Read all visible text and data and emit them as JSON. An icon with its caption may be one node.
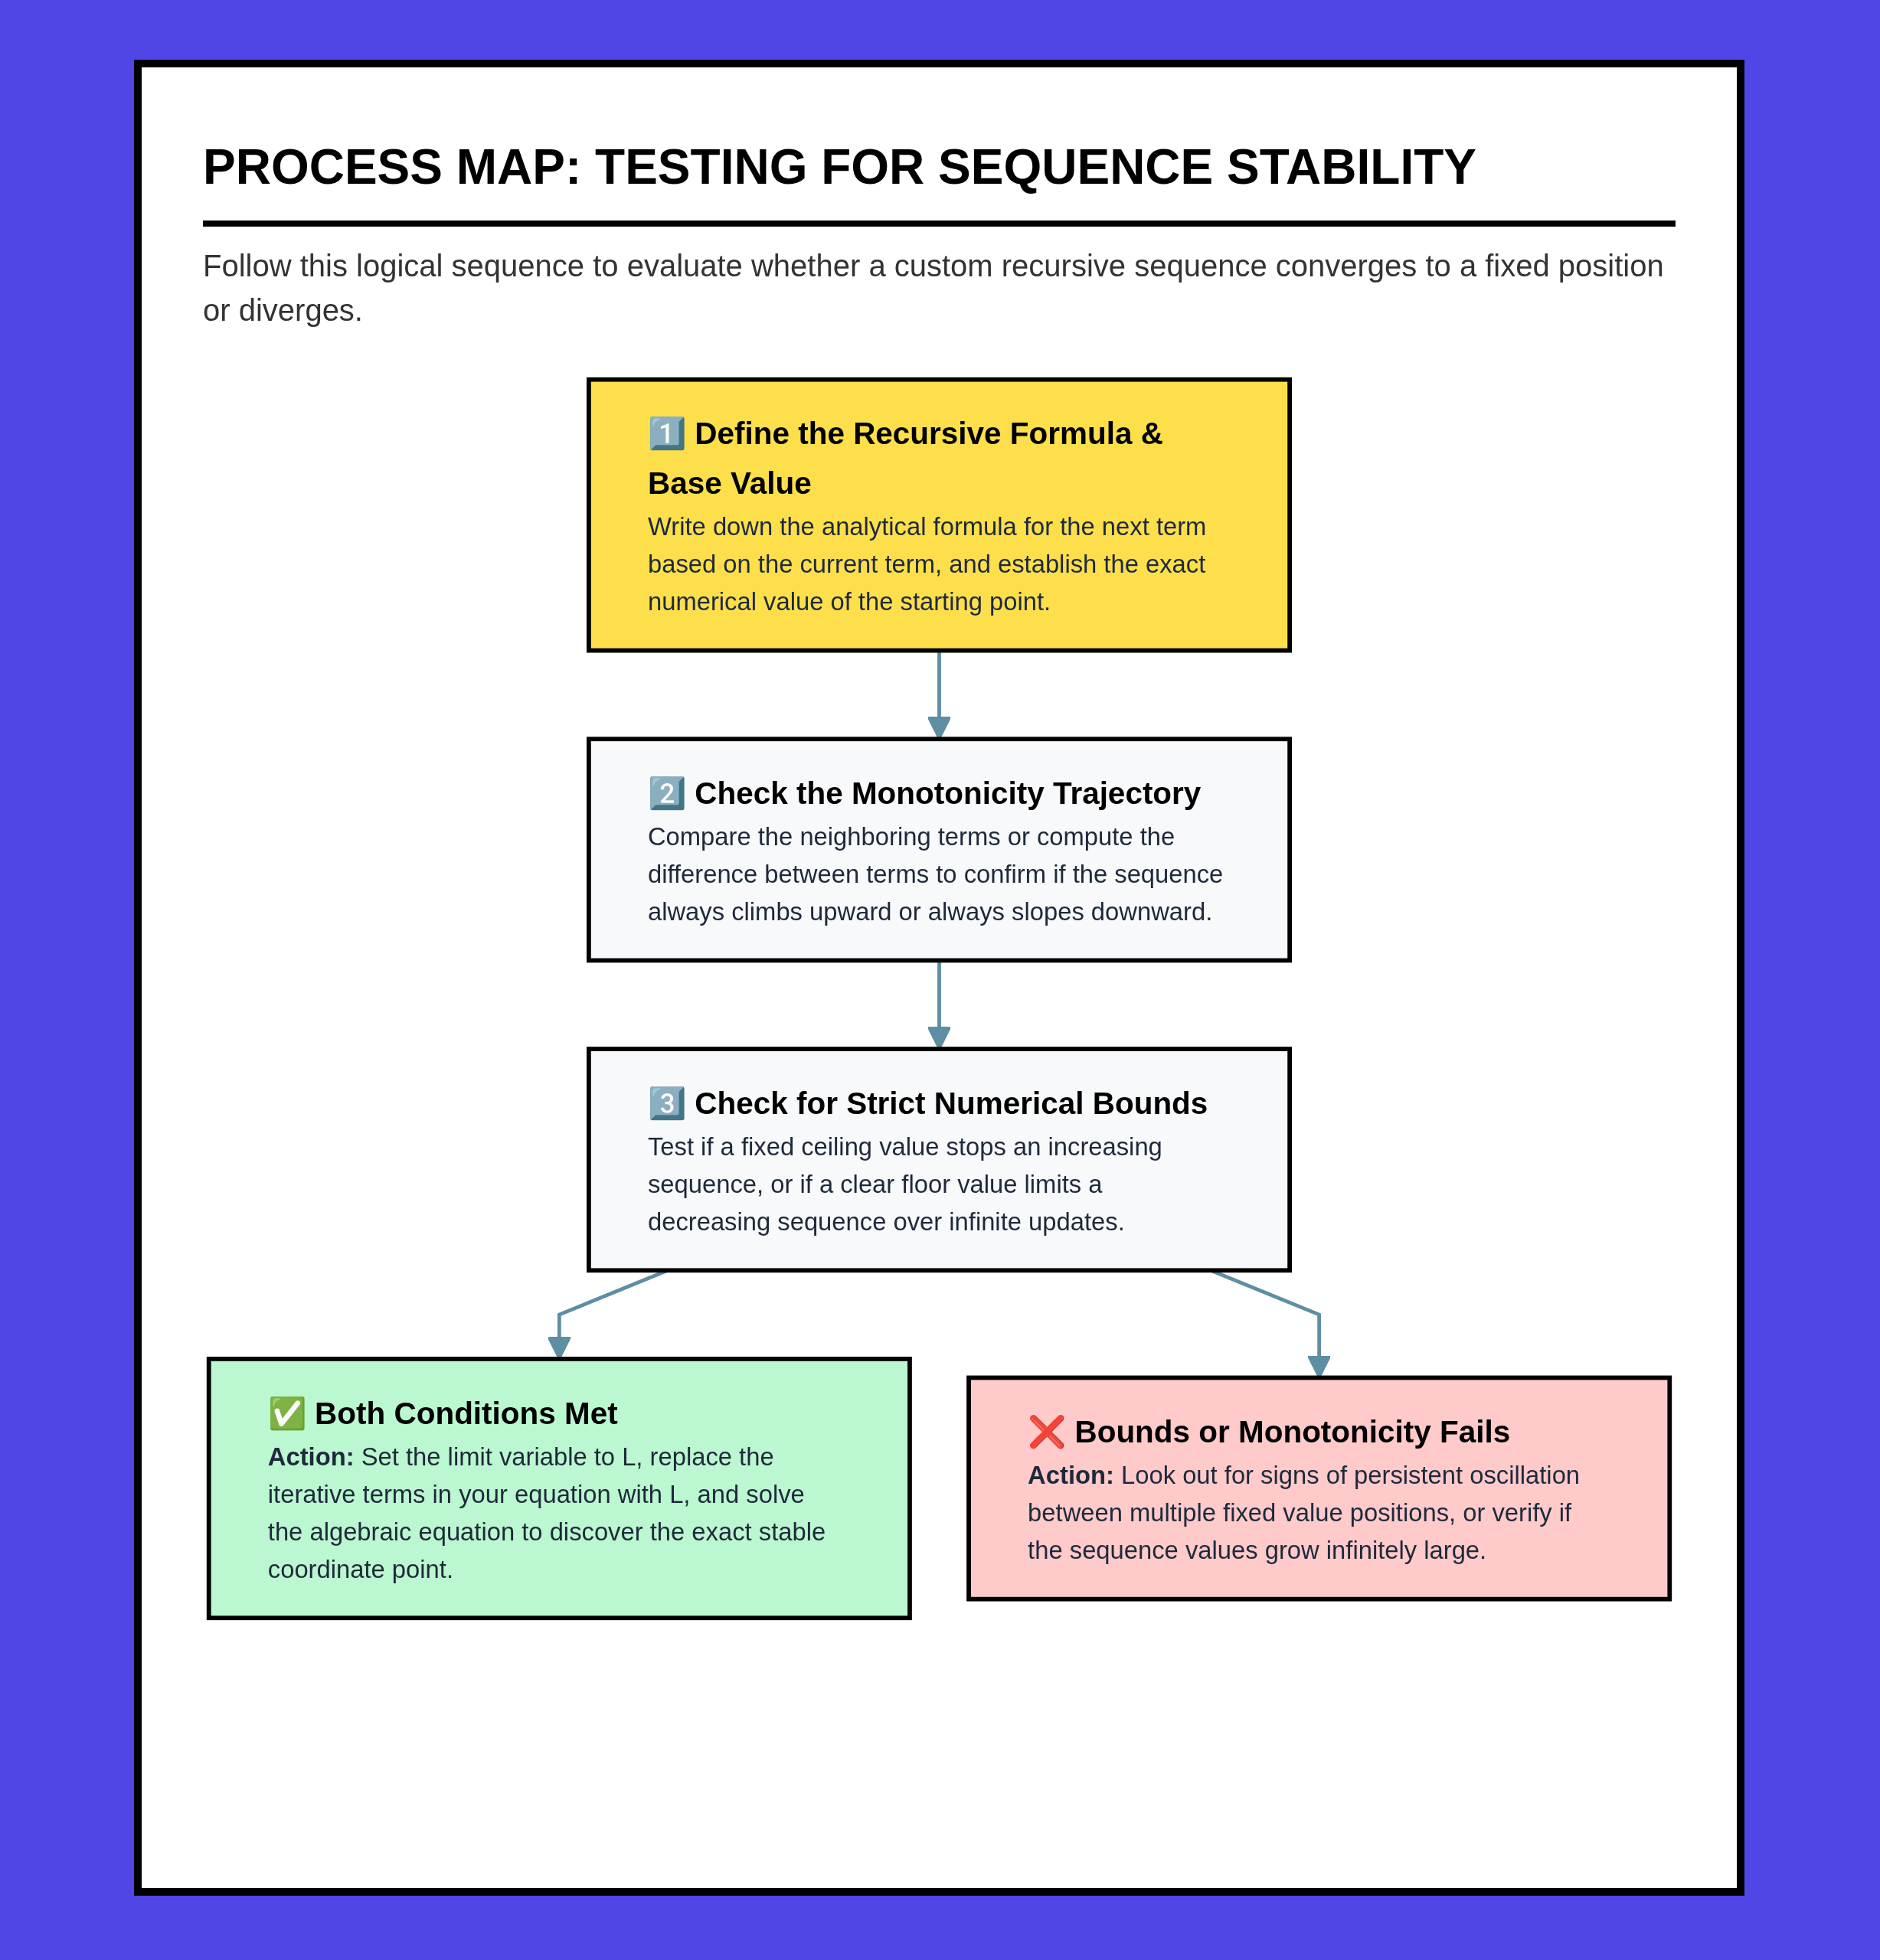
{
  "diagram": {
    "title": "PROCESS MAP: TESTING FOR SEQUENCE STABILITY",
    "nodes": [
      {
        "text": [
          "1️⃣ Define the Recursive Formula & Base Value",
          "Write down the analytical formula for the next term based on the current term, and establish the exact numerical value of the starting point."
        ]
      },
      {
        "text": [
          "2️⃣ Check the Monotonicity Trajectory",
          "Compare the neighboring terms or compute the difference between terms to confirm if the sequence always climbs upward or always slopes downward."
        ]
      },
      {
        "text": [
          "3️⃣ Check for Strict Numerical Bounds",
          "Test if a fixed ceiling value stops an increasing sequence, or if a clear floor value limits a decreasing sequence over infinite updates."
        ]
      },
      {
        "text": [
          "✅ Both Conditions Met",
          "**Action:** Set the limit variable to L, replace the iterative terms in your equation with L, and solve the algebraic equation to discover the exact stable coordinate point."
        ]
      },
      {
        "text": [
          "❌ Bounds or Monotonicity Fails",
          "**Action:** Look out for signs of persistent oscillation between multiple fixed value positions, or verify if the sequence values grow infinitely large."
        ]
      }
    ],
    "edges": [
      {
        "from": 0,
        "to": 1,
        "arrow": "to"
      },
      {
        "from": 1,
        "to": 2,
        "arrow": "to"
      },
      {
        "from": 2,
        "to": 3,
        "arrow": "to"
      },
      {
        "from": 2,
        "to": 4,
        "arrow": "to"
      }
    ],
    "labels": [
      "Follow this logical sequence to evaluate whether a custom recursive sequence converges to a fixed position or diverges."
    ]
  }
}
